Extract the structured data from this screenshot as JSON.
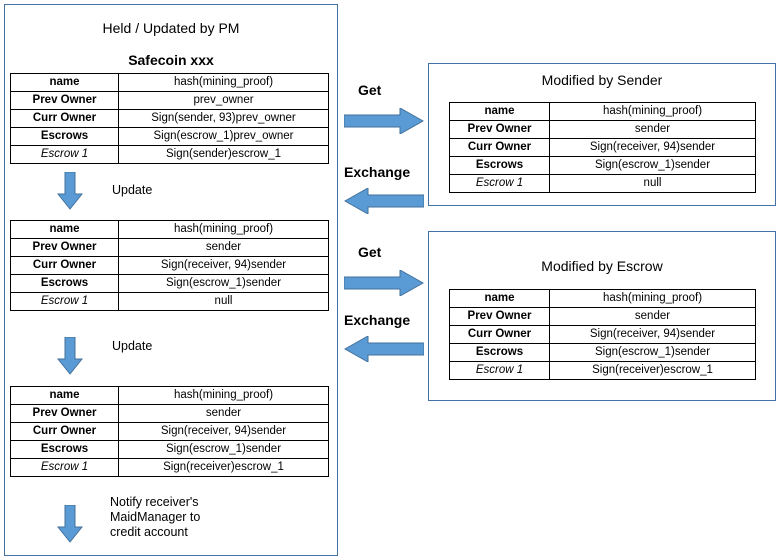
{
  "panels": {
    "left": {
      "title": "Held / Updated by PM",
      "subtitle": "Safecoin xxx"
    },
    "sender": {
      "title": "Modified by Sender"
    },
    "escrow": {
      "title": "Modified by Escrow"
    }
  },
  "tables": {
    "pm_initial": {
      "rows": [
        {
          "key": "name",
          "value": "hash(mining_proof)",
          "style": "bold"
        },
        {
          "key": "Prev Owner",
          "value": "prev_owner",
          "style": "bold"
        },
        {
          "key": "Curr Owner",
          "value": "Sign(sender, 93)prev_owner",
          "style": "bold"
        },
        {
          "key": "Escrows",
          "value": "Sign(escrow_1)prev_owner",
          "style": "bold"
        },
        {
          "key": "Escrow 1",
          "value": "Sign(sender)escrow_1",
          "style": "italic"
        }
      ]
    },
    "pm_second": {
      "rows": [
        {
          "key": "name",
          "value": "hash(mining_proof)",
          "style": "bold"
        },
        {
          "key": "Prev Owner",
          "value": "sender",
          "style": "bold"
        },
        {
          "key": "Curr Owner",
          "value": "Sign(receiver, 94)sender",
          "style": "bold"
        },
        {
          "key": "Escrows",
          "value": "Sign(escrow_1)sender",
          "style": "bold"
        },
        {
          "key": "Escrow 1",
          "value": "null",
          "style": "italic"
        }
      ]
    },
    "pm_third": {
      "rows": [
        {
          "key": "name",
          "value": "hash(mining_proof)",
          "style": "bold"
        },
        {
          "key": "Prev Owner",
          "value": "sender",
          "style": "bold"
        },
        {
          "key": "Curr Owner",
          "value": "Sign(receiver, 94)sender",
          "style": "bold"
        },
        {
          "key": "Escrows",
          "value": "Sign(escrow_1)sender",
          "style": "bold"
        },
        {
          "key": "Escrow 1",
          "value": "Sign(receiver)escrow_1",
          "style": "italic"
        }
      ]
    },
    "sender_table": {
      "rows": [
        {
          "key": "name",
          "value": "hash(mining_proof)",
          "style": "bold"
        },
        {
          "key": "Prev Owner",
          "value": "sender",
          "style": "bold"
        },
        {
          "key": "Curr Owner",
          "value": "Sign(receiver, 94)sender",
          "style": "bold"
        },
        {
          "key": "Escrows",
          "value": "Sign(escrow_1)sender",
          "style": "bold"
        },
        {
          "key": "Escrow 1",
          "value": "null",
          "style": "italic"
        }
      ]
    },
    "escrow_table": {
      "rows": [
        {
          "key": "name",
          "value": "hash(mining_proof)",
          "style": "bold"
        },
        {
          "key": "Prev Owner",
          "value": "sender",
          "style": "bold"
        },
        {
          "key": "Curr Owner",
          "value": "Sign(receiver, 94)sender",
          "style": "bold"
        },
        {
          "key": "Escrows",
          "value": "Sign(escrow_1)sender",
          "style": "bold"
        },
        {
          "key": "Escrow 1",
          "value": "Sign(receiver)escrow_1",
          "style": "italic"
        }
      ]
    }
  },
  "labels": {
    "update_1": "Update",
    "update_2": "Update",
    "get_1": "Get",
    "exchange_1": "Exchange",
    "get_2": "Get",
    "exchange_2": "Exchange",
    "notify": "Notify receiver's\nMaidManager to\ncredit account"
  },
  "colors": {
    "arrow_fill": "#5b9bd5",
    "arrow_stroke": "#41719c",
    "panel_border": "#4472a8",
    "table_border": "#000000"
  }
}
